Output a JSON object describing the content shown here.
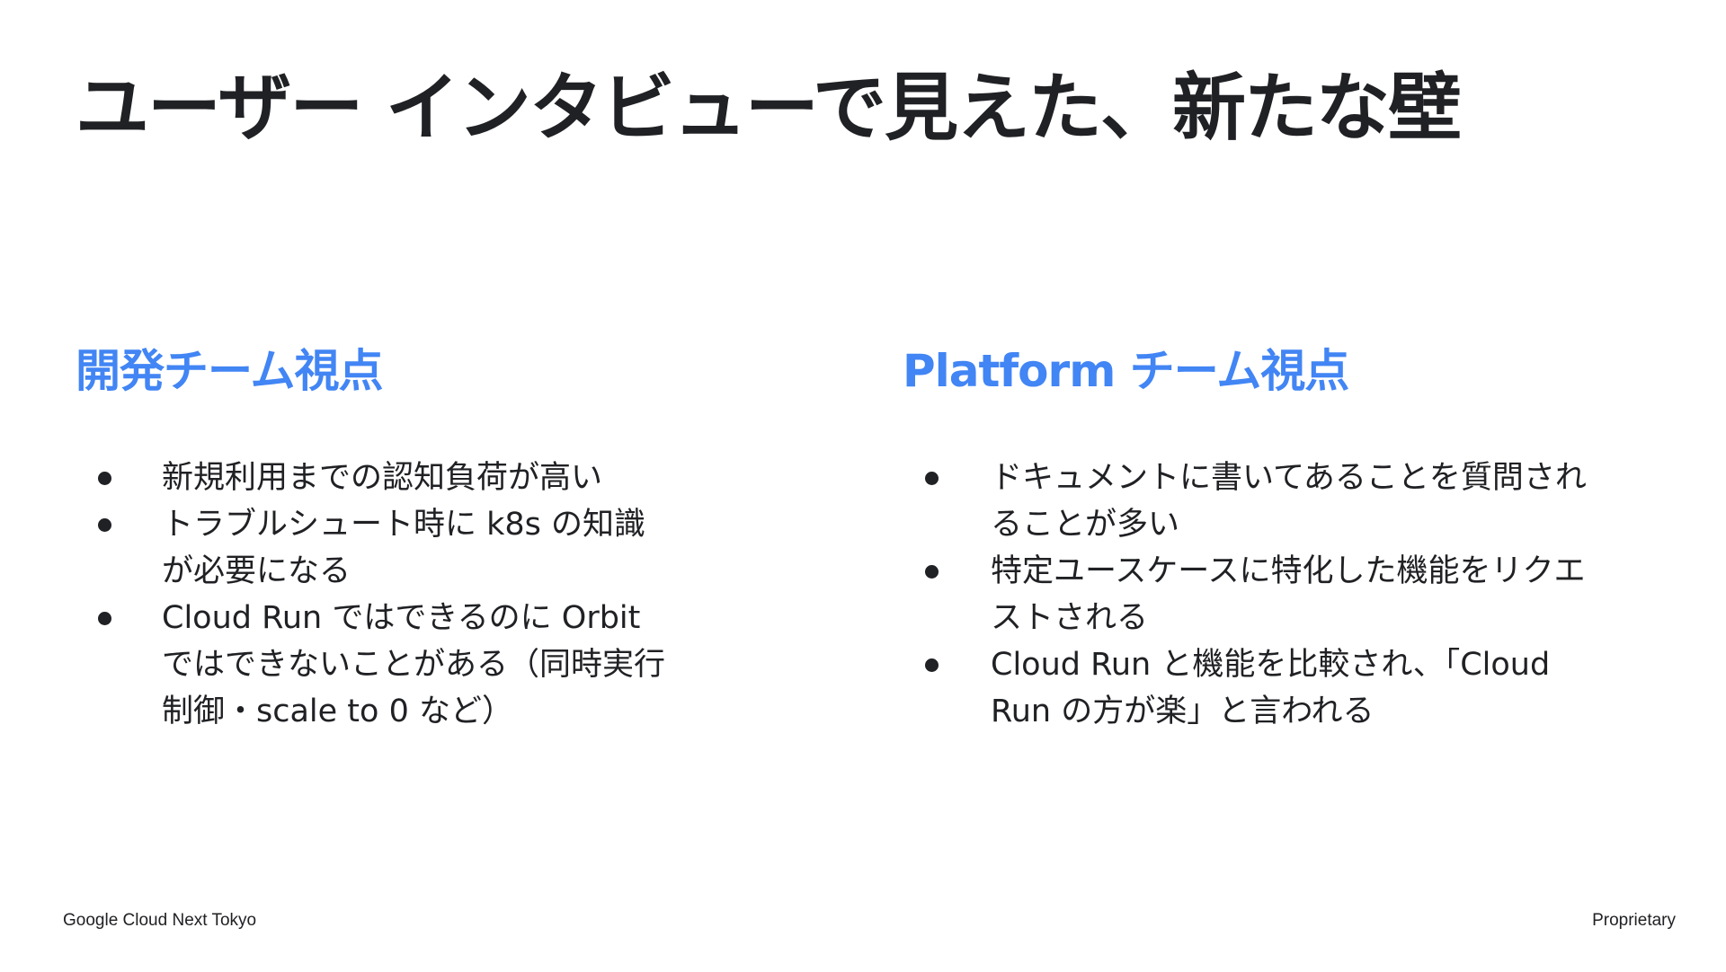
{
  "slide": {
    "title": "ユーザー インタビューで見えた、新たな壁"
  },
  "left_column": {
    "heading": "開発チーム視点",
    "items": [
      "新規利用までの認知負荷が高い",
      "トラブルシュート時に k8s の知識が必要になる",
      "Cloud Run ではできるのに Orbit ではできないことがある（同時実行制御・scale to 0 など）"
    ]
  },
  "right_column": {
    "heading": "Platform チーム視点",
    "items": [
      "ドキュメントに書いてあることを質問されることが多い",
      "特定ユースケースに特化した機能をリクエストされる",
      "Cloud Run と機能を比較され、「Cloud Run の方が楽」と言われる"
    ]
  },
  "footer": {
    "left": "Google Cloud Next Tokyo",
    "right": "Proprietary"
  },
  "colors": {
    "accent": "#4285f4",
    "text": "#202124",
    "background": "#ffffff"
  }
}
